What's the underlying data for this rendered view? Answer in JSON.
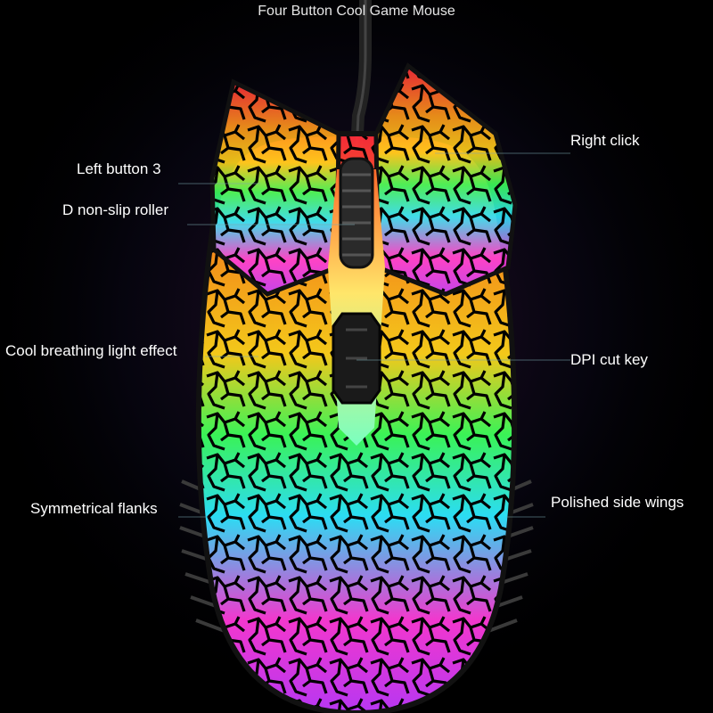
{
  "title": "Four Button Cool Game Mouse",
  "labels": {
    "left_button": "Left button 3",
    "roller": "D non-slip roller",
    "breathing": "Cool breathing light effect",
    "flanks": "Symmetrical flanks",
    "right_click": "Right click",
    "dpi": "DPI cut key",
    "wings": "Polished side wings"
  },
  "colors": {
    "background": "#000000",
    "shell": "#141414",
    "glow_red": "#ff2a3a",
    "glow_yellow": "#ffd21a",
    "glow_green": "#3cff5a",
    "glow_cyan": "#2de8ff",
    "glow_magenta": "#ff3ad8"
  }
}
